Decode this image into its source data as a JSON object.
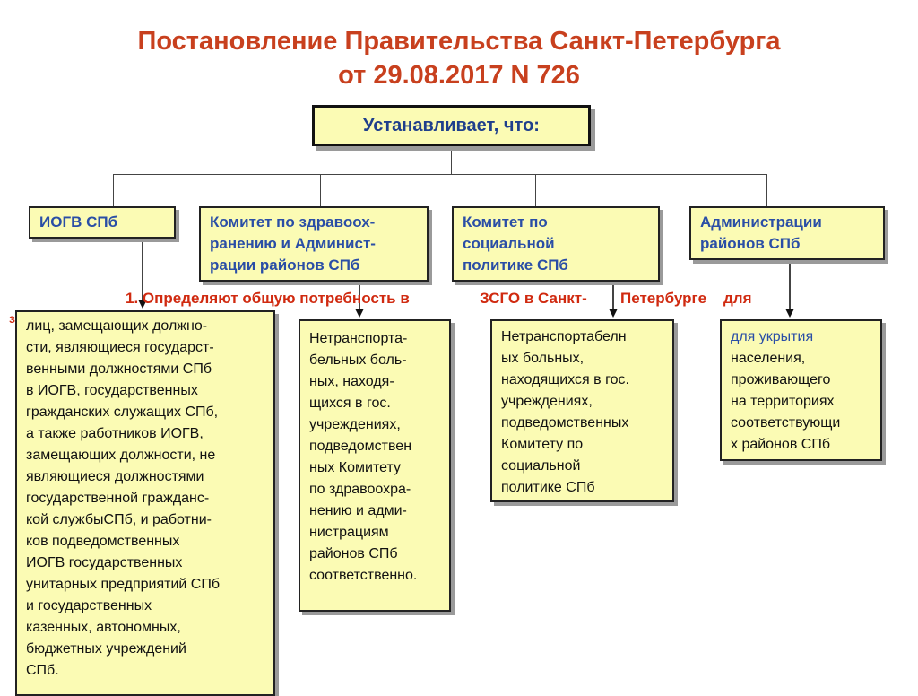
{
  "title": {
    "line1": "Постановление Правительства Санкт-Петербурга",
    "line2": "от 29.08.2017 N 726"
  },
  "root": {
    "label": "Устанавливает, что:"
  },
  "categories": [
    {
      "label": "ИОГВ СПб"
    },
    {
      "label": "Комитет по здравоох-\nранению и Админист-\nрации районов СПб"
    },
    {
      "label": "Комитет по\nсоциальной\nполитике СПб"
    },
    {
      "label": "Администрации\nрайонов СПб"
    }
  ],
  "note": {
    "prefix": "з",
    "parts": [
      "1. Определяют общую потребность в",
      "ЗСГО в Санкт-",
      "Петербурге",
      "для"
    ]
  },
  "details": [
    {
      "text": "лиц, замещающих должнo-\nсти, являющиеся государст-\nвенными должностями СПб\nв ИОГВ, государственных\nгражданских служащих СПб,\nа также работников ИОГВ,\nзамещающих должности, не\nявляющиеся должностями\nгосударственной граждaнс-\nкой службыСПб, и работни-\nков подведомственных\nИОГВ государственных\nунитарных предприятий СПб\nи государственных\nказенных, автономных,\nбюджетных учреждений\nСПб."
    },
    {
      "text": "Нетранспорта-\nбельных боль-\nных, находя-\nщихся в гос.\nучреждениях,\nподведомствен\nных Комитету\nпо здравоохра-\nнению и адми-\nнистрациям\nрайонов СПб\nсоответственно."
    },
    {
      "text": "Нетранспортабелн\nых больных,\nнаходящихся в гос.\nучреждениях,\nподведомственных\nКомитету по\nсоциальной\nполитике СПб"
    },
    {
      "lead": "для укрытия",
      "text": "населения,\nпроживающего\nна территориях\nсоответствующи\nх районов СПб"
    }
  ],
  "colors": {
    "title": "#c8401e",
    "box_fill": "#fbfbb4",
    "category_text": "#2a4ea6",
    "note_text": "#d02a10"
  }
}
